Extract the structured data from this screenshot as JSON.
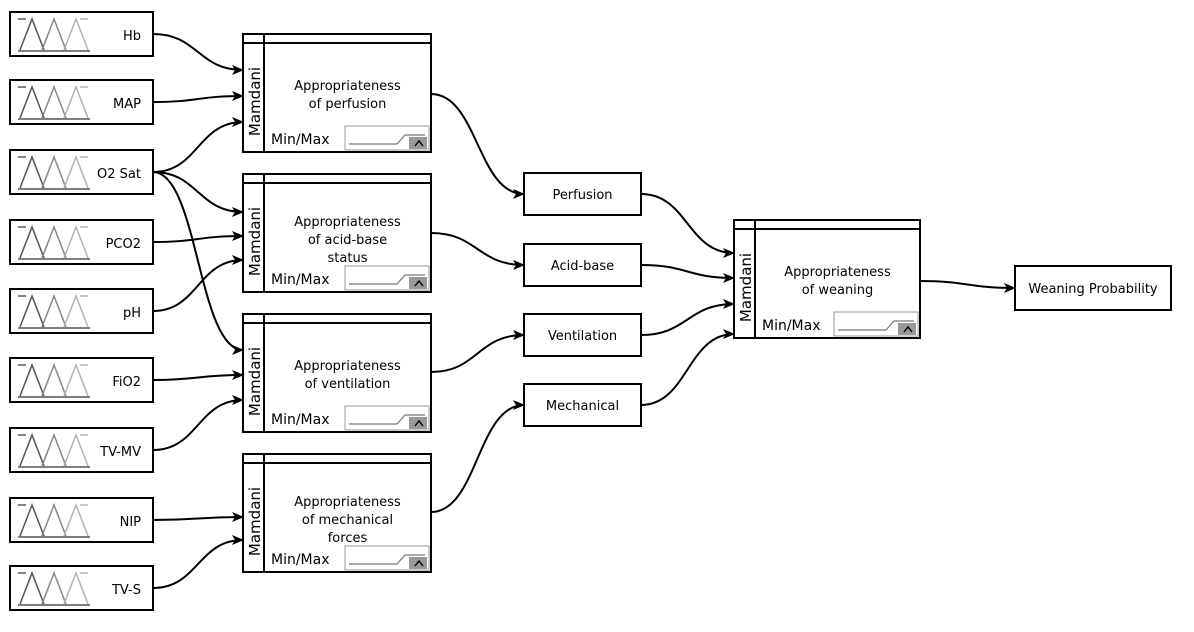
{
  "inputs": [
    {
      "id": "hb",
      "label": "Hb"
    },
    {
      "id": "map",
      "label": "MAP"
    },
    {
      "id": "o2sat",
      "label": "O2 Sat"
    },
    {
      "id": "pco2",
      "label": "PCO2"
    },
    {
      "id": "ph",
      "label": "pH"
    },
    {
      "id": "fio2",
      "label": "FiO2"
    },
    {
      "id": "tvmv",
      "label": "TV-MV"
    },
    {
      "id": "nip",
      "label": "NIP"
    },
    {
      "id": "tvs",
      "label": "TV-S"
    }
  ],
  "fis_blocks": [
    {
      "id": "perfusion",
      "type_label": "Mamdani",
      "title_lines": [
        "Appropriateness",
        "of perfusion"
      ],
      "method": "Min/Max"
    },
    {
      "id": "acidbase",
      "type_label": "Mamdani",
      "title_lines": [
        "Appropriateness",
        "of acid-base",
        "status"
      ],
      "method": "Min/Max"
    },
    {
      "id": "ventilation",
      "type_label": "Mamdani",
      "title_lines": [
        "Appropriateness",
        "of ventilation"
      ],
      "method": "Min/Max"
    },
    {
      "id": "mechanical",
      "type_label": "Mamdani",
      "title_lines": [
        "Appropriateness",
        "of mechanical",
        "forces"
      ],
      "method": "Min/Max"
    }
  ],
  "intermediates": [
    {
      "id": "perfusion",
      "label": "Perfusion"
    },
    {
      "id": "acidbase",
      "label": "Acid-base"
    },
    {
      "id": "ventilation",
      "label": "Ventilation"
    },
    {
      "id": "mechanical",
      "label": "Mechanical"
    }
  ],
  "final_block": {
    "type_label": "Mamdani",
    "title_lines": [
      "Appropriateness",
      "of weaning"
    ],
    "method": "Min/Max"
  },
  "output": {
    "label": "Weaning Probability"
  }
}
